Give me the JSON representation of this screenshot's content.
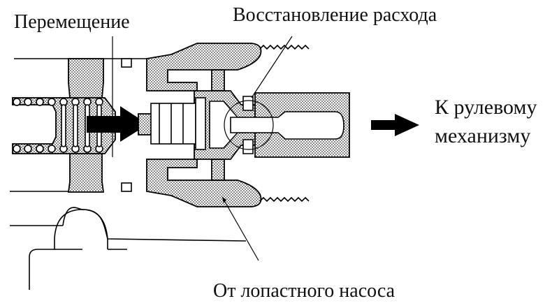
{
  "diagram": {
    "labels": {
      "displacement": "Перемещение",
      "flow_restore": "Восстановление расхода",
      "to_steering_line1": "К рулевому",
      "to_steering_line2": "механизму",
      "from_pump": "От лопастного насоса"
    },
    "colors": {
      "ink": "#000000",
      "background": "#ffffff",
      "stipple": "#000000"
    }
  }
}
